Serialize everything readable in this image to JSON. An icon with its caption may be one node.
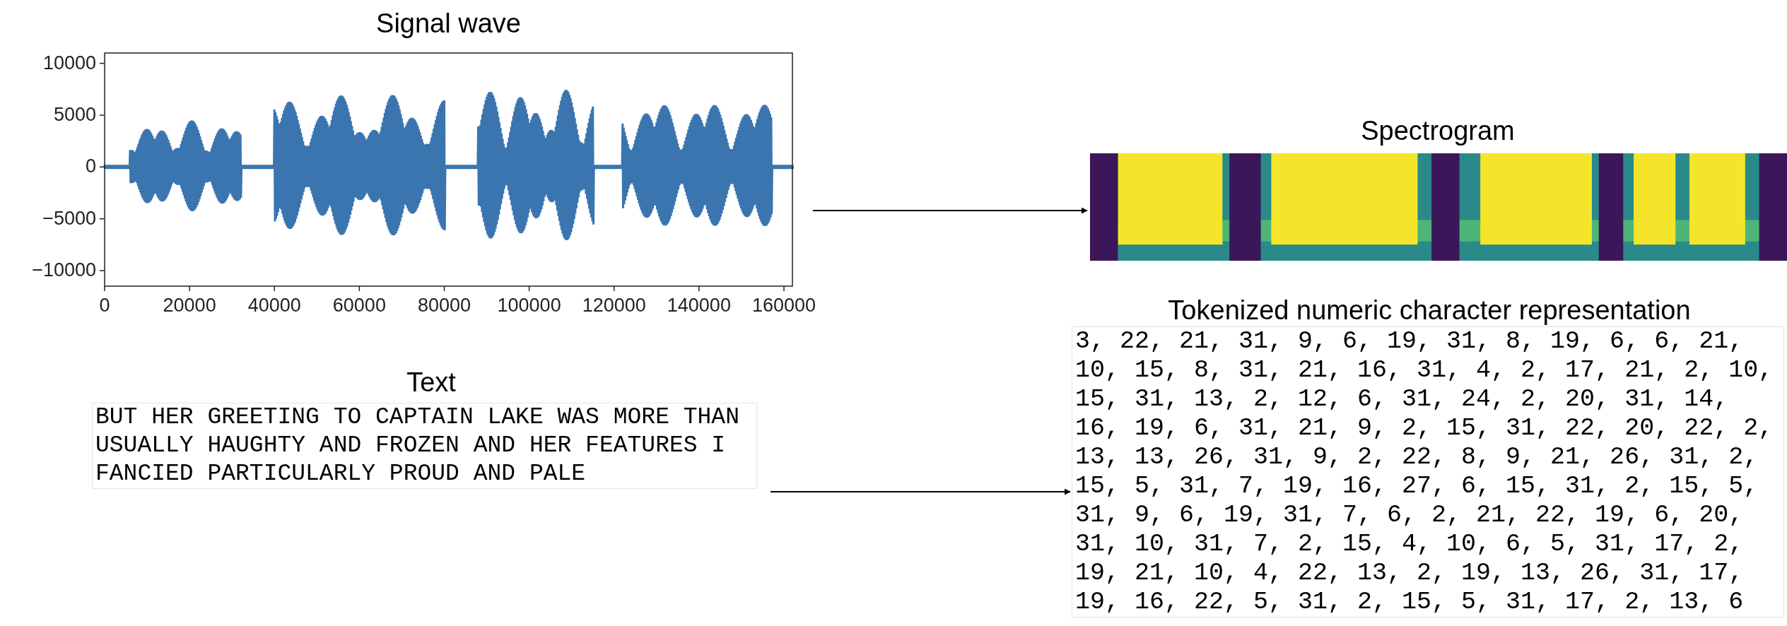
{
  "diagram": {
    "nodes": [
      {
        "text": [
          "Signal wave"
        ]
      },
      {
        "text": [
          "Spectrogram"
        ]
      },
      {
        "text": [
          "Text",
          "BUT HER GREETING TO CAPTAIN LAKE WAS MORE THAN USUALLY HAUGHTY AND FROZEN AND HER FEATURES I FANCIED PARTICULARLY PROUD AND PALE"
        ]
      },
      {
        "text": [
          "Tokenized numeric character representation",
          "3, 22, 21, 31, 9, 6, 19, 31, 8, 19, 6, 6, 21, 10, 15, 8, 31, 21, 16, 31, 4, 2, 17, 21, 2, 10, 15, 31, 13, 2, 12, 6, 31, 24, 2, 20, 31, 14, 16, 19, 6, 31, 21, 9, 2, 15, 31, 22, 20, 22, 2, 13, 13, 26, 31, 9, 2, 22, 8, 9, 21, 26, 31, 2, 15, 5, 31, 7, 19, 16, 27, 6, 15, 31, 2, 15, 5, 31, 9, 6, 19, 31, 7, 6, 2, 21, 22, 19, 6, 20, 31, 10, 31, 7, 2, 15, 4, 10, 6, 5, 31, 17, 2, 19, 21, 10, 4, 22, 13, 2, 19, 13, 26, 31, 17, 19, 16, 22, 5, 31, 2, 15, 5, 31, 17, 2, 13, 6"
        ]
      }
    ],
    "edges": [
      {
        "from": 0,
        "to": 1,
        "arrow": "to"
      },
      {
        "from": 2,
        "to": 3,
        "arrow": "to"
      }
    ],
    "labels": [
      "10000",
      "5000",
      "0",
      "−5000",
      "−10000",
      "0",
      "20000",
      "40000",
      "60000",
      "80000",
      "100000",
      "120000",
      "140000",
      "160000"
    ]
  }
}
